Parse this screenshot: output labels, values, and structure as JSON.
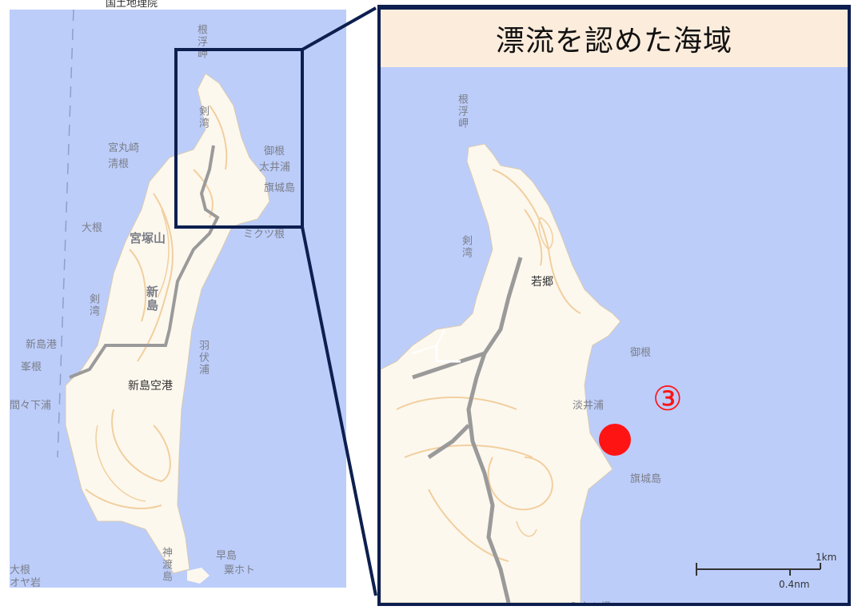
{
  "credit": "国土地理院",
  "inset": {
    "title": "漂流を認めた海域",
    "marker_number": "③"
  },
  "left_labels": {
    "neuki_misaki": "根浮岬",
    "tsurugi_wan": "剣湾",
    "miyamaru_saki": "宮丸崎",
    "yane": "淸根",
    "gone": "御根",
    "tai_ura": "太井浦",
    "hata_iwa": "旗城島",
    "ookami": "大根",
    "miyazuka_yama": "宮塚山",
    "niijima": "新島",
    "tsuru_wan": "剣湾",
    "niijima_ko": "新島港",
    "habushi_ura": "羽伏浦",
    "mine": "峯根",
    "niijima_airport": "新島空港",
    "maenohama": "間々下浦",
    "mikkune": "ミクツ根",
    "jinaji": "神渡島",
    "hayashima": "早島",
    "awaji": "粟ホト",
    "oone": "大根",
    "oyaiwa": "オヤ岩"
  },
  "right_labels": {
    "neuki_misaki": "根浮岬",
    "tsurugi_wan": "剣湾",
    "wakago": "若郷",
    "gone": "御根",
    "tai_ura": "淡井浦",
    "hata_iwa": "旗城島",
    "mikkune": "ミクツ根"
  },
  "scale": {
    "km": "1km",
    "nm": "0.4nm"
  },
  "colors": {
    "sea": "#bccdfa",
    "land": "#fdf8ee",
    "contour": "#f1cf9f",
    "road": "#9a9a9a",
    "frame": "#0d1f4f",
    "marker": "#ff1414"
  }
}
